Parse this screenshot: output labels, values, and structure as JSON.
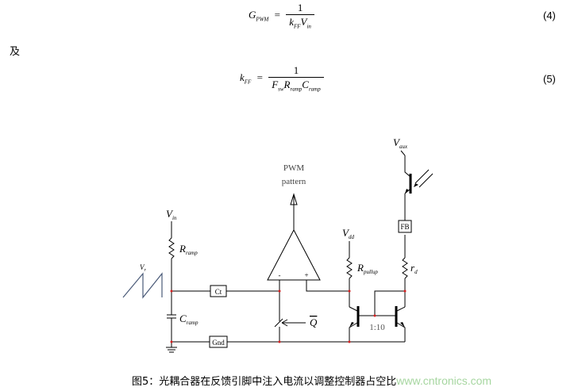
{
  "equations": [
    {
      "id": "4",
      "lhs_main": "G",
      "lhs_sub": "PWM",
      "equals": "=",
      "numerator": "1",
      "denominator": [
        {
          "main": "k",
          "sub": "FF"
        },
        {
          "main": "V",
          "sub": "in"
        }
      ],
      "number": "(4)"
    },
    {
      "id": "5",
      "lhs_main": "k",
      "lhs_sub": "FF",
      "equals": "=",
      "numerator": "1",
      "denominator": [
        {
          "main": "F",
          "sub": "sw"
        },
        {
          "main": "R",
          "sub": "ramp"
        },
        {
          "main": "C",
          "sub": "ramp"
        }
      ],
      "number": "(5)"
    }
  ],
  "connector_text": "及",
  "figure": {
    "labels": {
      "vin_main": "V",
      "vin_sub": "in",
      "rramp_main": "R",
      "rramp_sub": "ramp",
      "cramp_main": "C",
      "cramp_sub": "ramp",
      "vr_main": "V",
      "vr_sub": "r",
      "pwm_line1": "PWM",
      "pwm_line2": "pattern",
      "ct_box": "Ct",
      "gnd_box": "Gnd",
      "qbar": "Q",
      "vdd_main": "V",
      "vdd_sub": "dd",
      "rpullup_main": "R",
      "rpullup_sub": "pullup",
      "rd_main": "r",
      "rd_sub": "d",
      "vaux_main": "V",
      "vaux_sub": "aux",
      "fb_box": "FB",
      "ratio": "1:10",
      "opamp_minus": "-",
      "opamp_plus": "+"
    },
    "colors": {
      "wire": "#000000",
      "node_dot": "#d62020",
      "sawtooth": "#4a5a78",
      "ratio_text": "#555555"
    }
  },
  "caption": {
    "text": "图5：光耦合器在反馈引脚中注入电流以调整控制器占空比",
    "watermark": "www.cntronics.com"
  }
}
